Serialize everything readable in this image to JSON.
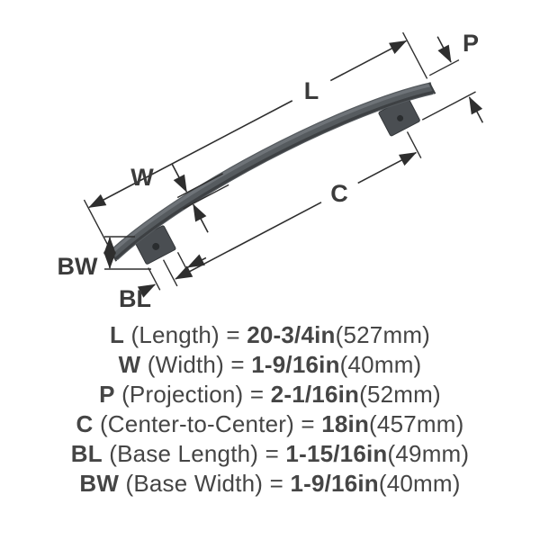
{
  "diagram": {
    "labels": {
      "length": "L",
      "width": "W",
      "projection": "P",
      "center": "C",
      "base_length": "BL",
      "base_width": "BW"
    },
    "colors": {
      "handle": "#565b5f",
      "handle_highlight": "#71767b",
      "handle_shadow": "#3d4043",
      "base": "#4a4e52",
      "base_edge": "#34373a",
      "hole": "#2a2d2f",
      "dim_line": "#2e2e2e",
      "label_text": "#3b3b3b"
    }
  },
  "legend": {
    "eq": "=",
    "rows": [
      {
        "abbr": "L",
        "name": "(Length)",
        "value": "20-3/4in",
        "metric": "(527mm)"
      },
      {
        "abbr": "W",
        "name": "(Width)",
        "value": "1-9/16in",
        "metric": "(40mm)"
      },
      {
        "abbr": "P",
        "name": "(Projection)",
        "value": "2-1/16in",
        "metric": "(52mm)"
      },
      {
        "abbr": "C",
        "name": "(Center-to-Center)",
        "value": "18in",
        "metric": "(457mm)"
      },
      {
        "abbr": "BL",
        "name": "(Base Length)",
        "value": "1-15/16in",
        "metric": "(49mm)"
      },
      {
        "abbr": "BW",
        "name": "(Base Width)",
        "value": "1-9/16in",
        "metric": "(40mm)"
      }
    ]
  }
}
